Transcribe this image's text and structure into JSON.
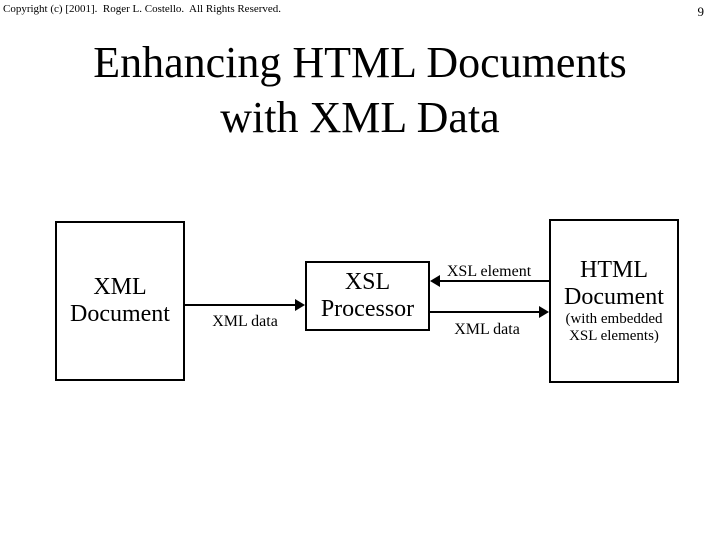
{
  "slide": {
    "copyright": "Copyright (c) [2001].  Roger L. Costello.  All Rights Reserved.",
    "page_number": "9",
    "background_color": "#ffffff",
    "text_color": "#000000",
    "border_color": "#000000"
  },
  "title": {
    "line1": "Enhancing HTML Documents",
    "line2": "with XML Data"
  },
  "diagram": {
    "boxes": [
      {
        "id": "xml-document",
        "line1": "XML",
        "line2": "Document"
      },
      {
        "id": "xsl-processor",
        "line1": "XSL",
        "line2": "Processor"
      },
      {
        "id": "html-document",
        "line1": "HTML",
        "line2": "Document",
        "sub1": "(with embedded",
        "sub2": "XSL elements)"
      }
    ],
    "arrows": [
      {
        "label": "XML data",
        "from": "XML Document",
        "to": "XSL Processor",
        "direction": "right"
      },
      {
        "label": "XSL element",
        "from": "HTML Document",
        "to": "XSL Processor",
        "direction": "left"
      },
      {
        "label": "XML data",
        "from": "XSL Processor",
        "to": "HTML Document",
        "direction": "right"
      }
    ]
  }
}
